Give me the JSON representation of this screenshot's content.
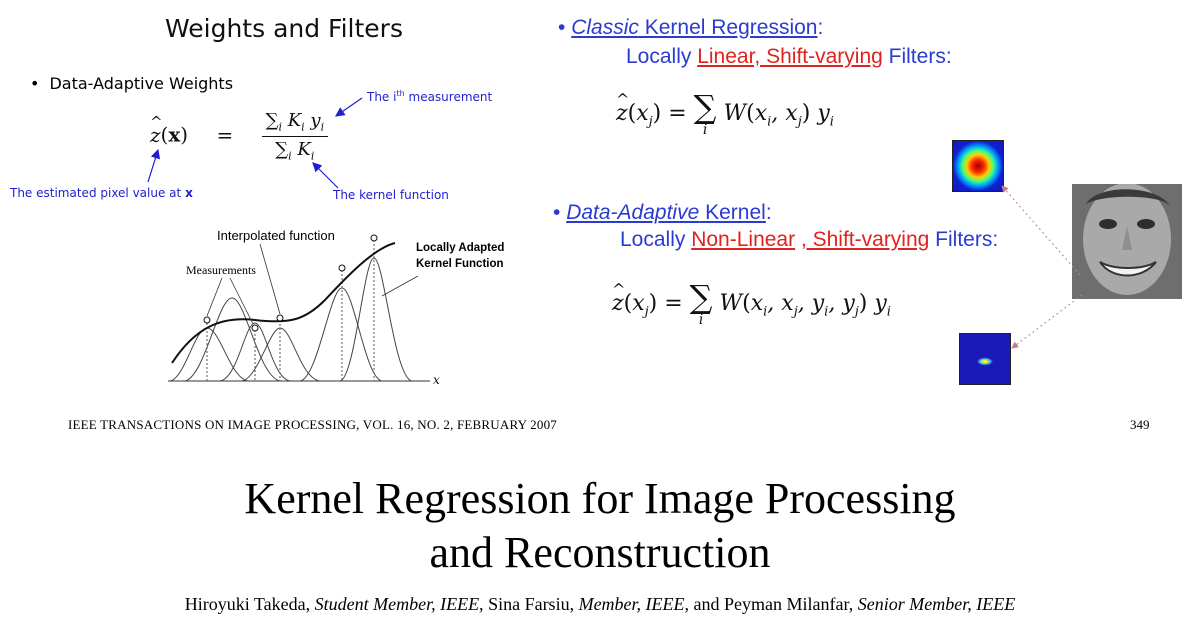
{
  "left_panel": {
    "title": "Weights and Filters",
    "bullet": "Data-Adaptive Weights",
    "annotations": {
      "measurement": "The i",
      "measurement_sup": "th",
      "measurement_tail": " measurement",
      "estimated": "The estimated pixel value at ",
      "estimated_bold": "x",
      "kernel": "The kernel function"
    },
    "plot_labels": {
      "interpolated": "Interpolated function",
      "measurements": "Measurements",
      "adapted_line1": "Locally Adapted",
      "adapted_line2": "Kernel Function",
      "x_axis": "x"
    }
  },
  "right_panel": {
    "classic": {
      "bullet": "•",
      "italic": "Classic",
      "rest": " Kernel Regression",
      "colon": ":",
      "line2_pre": "Locally ",
      "line2_red": "Linear, Shift-varying",
      "line2_post": " Filters:"
    },
    "adaptive": {
      "bullet": "•",
      "italic": "Data-Adaptive",
      "rest": " Kernel",
      "colon": ":",
      "line2_pre": "Locally ",
      "line2_red1": "Non-Linear",
      "line2_mid": " ",
      "line2_red2": ", Shift-varying",
      "line2_post": " Filters:"
    }
  },
  "paper": {
    "journal": "IEEE TRANSACTIONS ON IMAGE PROCESSING, VOL. 16, NO. 2, FEBRUARY 2007",
    "page": "349",
    "title_line1": "Kernel Regression for Image Processing",
    "title_line2": "and Reconstruction",
    "author1": "Hiroyuki Takeda,",
    "author1_role": "Student Member, IEEE,",
    "author2": "Sina Farsiu,",
    "author2_role": "Member, IEEE,",
    "and": "and",
    "author3": "Peyman Milanfar,",
    "author3_role": "Senior Member, IEEE"
  },
  "colors": {
    "blue_text": "#2a3bd0",
    "red_text": "#e0221f",
    "annotation_blue": "#1f1fd0"
  }
}
